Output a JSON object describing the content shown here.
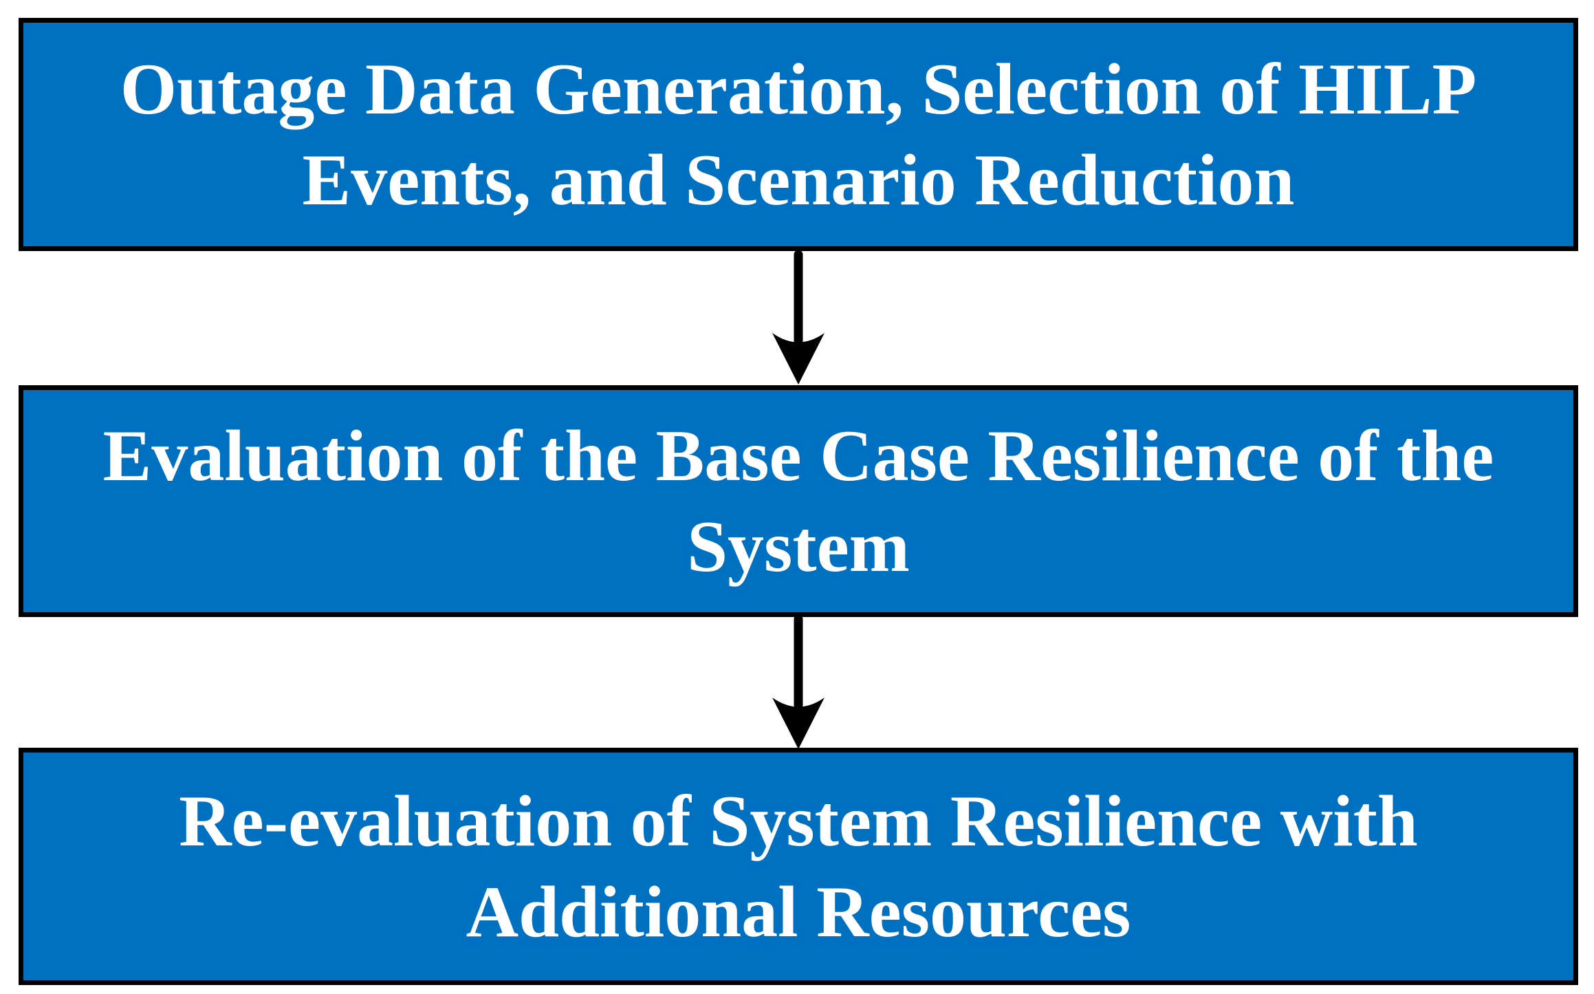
{
  "flowchart": {
    "boxes": [
      {
        "id": "step-1",
        "lines": [
          "Outage Data Generation, Selection of HILP",
          "Events, and Scenario Reduction"
        ]
      },
      {
        "id": "step-2",
        "lines": [
          "Evaluation of the Base Case Resilience of the",
          "System"
        ]
      },
      {
        "id": "step-3",
        "lines": [
          "Re-evaluation of System Resilience with",
          "Additional Resources"
        ]
      }
    ],
    "connectors": [
      {
        "from": "step-1",
        "to": "step-2",
        "type": "down-arrow"
      },
      {
        "from": "step-2",
        "to": "step-3",
        "type": "down-arrow"
      }
    ],
    "colors": {
      "box_fill": "#0070C0",
      "box_border": "#000000",
      "text": "#FFFFFF",
      "arrow": "#000000",
      "background": "#FFFFFF"
    }
  }
}
